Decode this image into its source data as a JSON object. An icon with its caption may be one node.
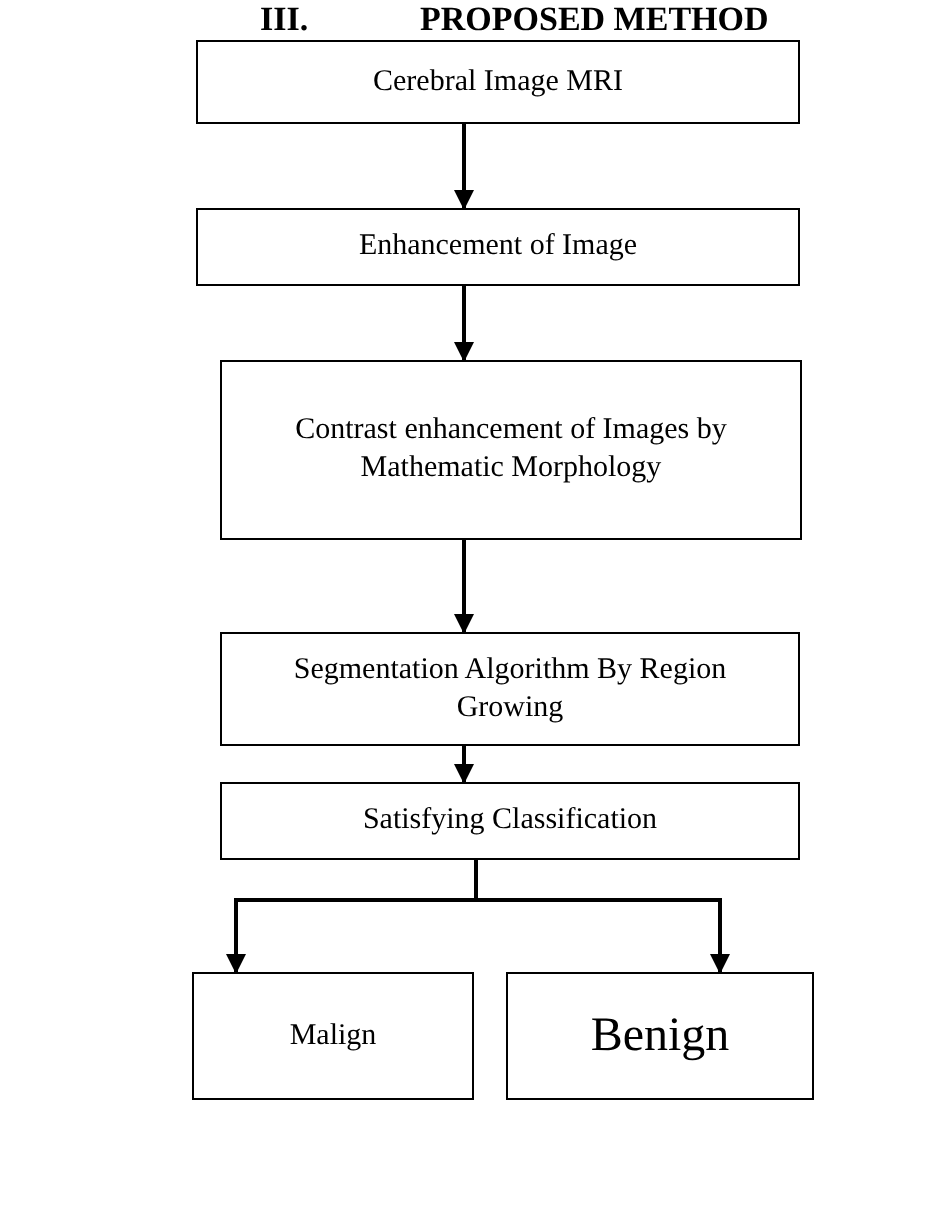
{
  "diagram": {
    "title": "PROPOSED METHOD",
    "nodes": [
      {
        "text": [
          "Cerebral Image MRI"
        ]
      },
      {
        "text": [
          "Enhancement of Image"
        ]
      },
      {
        "text": [
          "Contrast enhancement of Images by Mathematic Morphology"
        ]
      },
      {
        "text": [
          "Segmentation Algorithm By Region Growing"
        ]
      },
      {
        "text": [
          "Satisfying Classification"
        ]
      },
      {
        "text": [
          "Malign"
        ]
      },
      {
        "text": [
          "Benign"
        ]
      }
    ],
    "edges": [
      {
        "from": 0,
        "to": 1,
        "arrow": "to"
      },
      {
        "from": 1,
        "to": 2,
        "arrow": "to"
      },
      {
        "from": 2,
        "to": 3,
        "arrow": "to"
      },
      {
        "from": 3,
        "to": 4,
        "arrow": "to"
      },
      {
        "from": 4,
        "to": 5,
        "arrow": "to"
      },
      {
        "from": 4,
        "to": 6,
        "arrow": "to"
      }
    ],
    "labels": [
      "III."
    ]
  }
}
